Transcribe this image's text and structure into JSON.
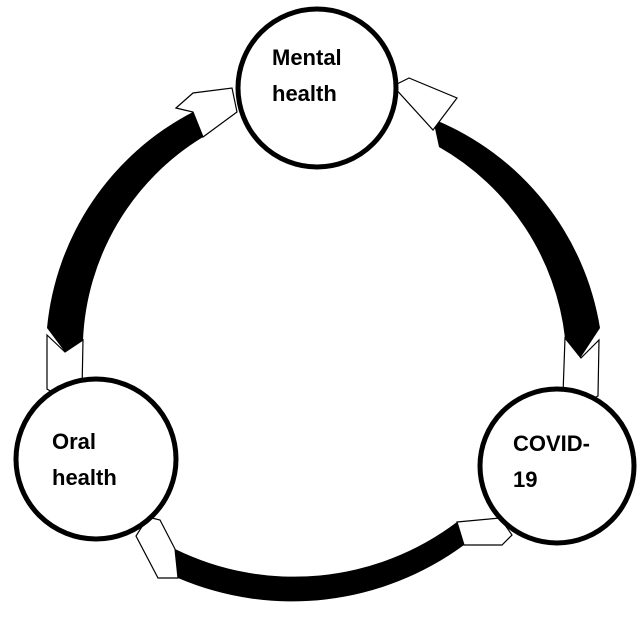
{
  "nodes": {
    "mental": {
      "line1": "Mental",
      "line2": "health"
    },
    "covid": {
      "line1": "COVID-",
      "line2": "19"
    },
    "oral": {
      "line1": "Oral",
      "line2": "health"
    }
  },
  "colors": {
    "arrow_fill": "#000000",
    "arrow_tip_fill": "#ffffff",
    "node_border": "#000000",
    "node_fill": "#ffffff"
  },
  "cycle_direction": "clockwise"
}
